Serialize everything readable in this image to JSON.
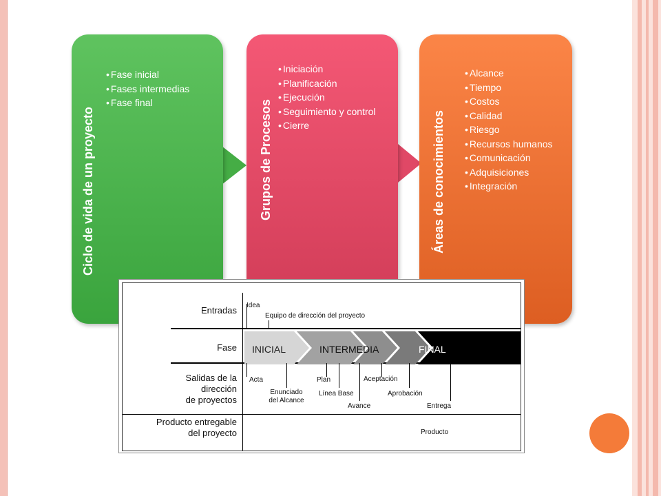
{
  "panels": {
    "green": {
      "title": "Ciclo de vida de un proyecto",
      "items": [
        "Fase inicial",
        "Fases intermedias",
        "Fase final"
      ],
      "color": "#4cb54c"
    },
    "red": {
      "title": "Grupos de Procesos",
      "items": [
        "Iniciación",
        "Planificación",
        "Ejecución",
        "Seguimiento  y control",
        "Cierre"
      ],
      "color": "#e5486a"
    },
    "orange": {
      "title": "Áreas de conocimientos",
      "items": [
        "Alcance",
        "Tiempo",
        "Costos",
        "Calidad",
        "Riesgo",
        "Recursos humanos",
        "Comunicación",
        "Adquisiciones",
        "Integración"
      ],
      "color": "#f07030"
    }
  },
  "diagram": {
    "row_labels": {
      "entradas": "Entradas",
      "fase": "Fase",
      "salidas_line1": "Salidas de la",
      "salidas_line2": "dirección",
      "salidas_line3": "de proyectos",
      "producto_line1": "Producto entregable",
      "producto_line2": "del proyecto"
    },
    "inputs": {
      "idea": "Idea",
      "equipo": "Equipo de dirección del proyecto"
    },
    "phases": {
      "inicial": "INICIAL",
      "intermedia": "INTERMEDIA",
      "final": "FINAL"
    },
    "outputs": {
      "acta": "Acta",
      "enunciado_line1": "Enunciado",
      "enunciado_line2": "del Alcance",
      "plan": "Plan",
      "linea_base": "Línea Base",
      "avance": "Avance",
      "aceptacion": "Aceptación",
      "aprobacion": "Aprobación",
      "entrega": "Entrega"
    },
    "product": "Producto"
  },
  "colors": {
    "accent_orange": "#f47b39",
    "frame_pink": "#f4b9ad"
  }
}
